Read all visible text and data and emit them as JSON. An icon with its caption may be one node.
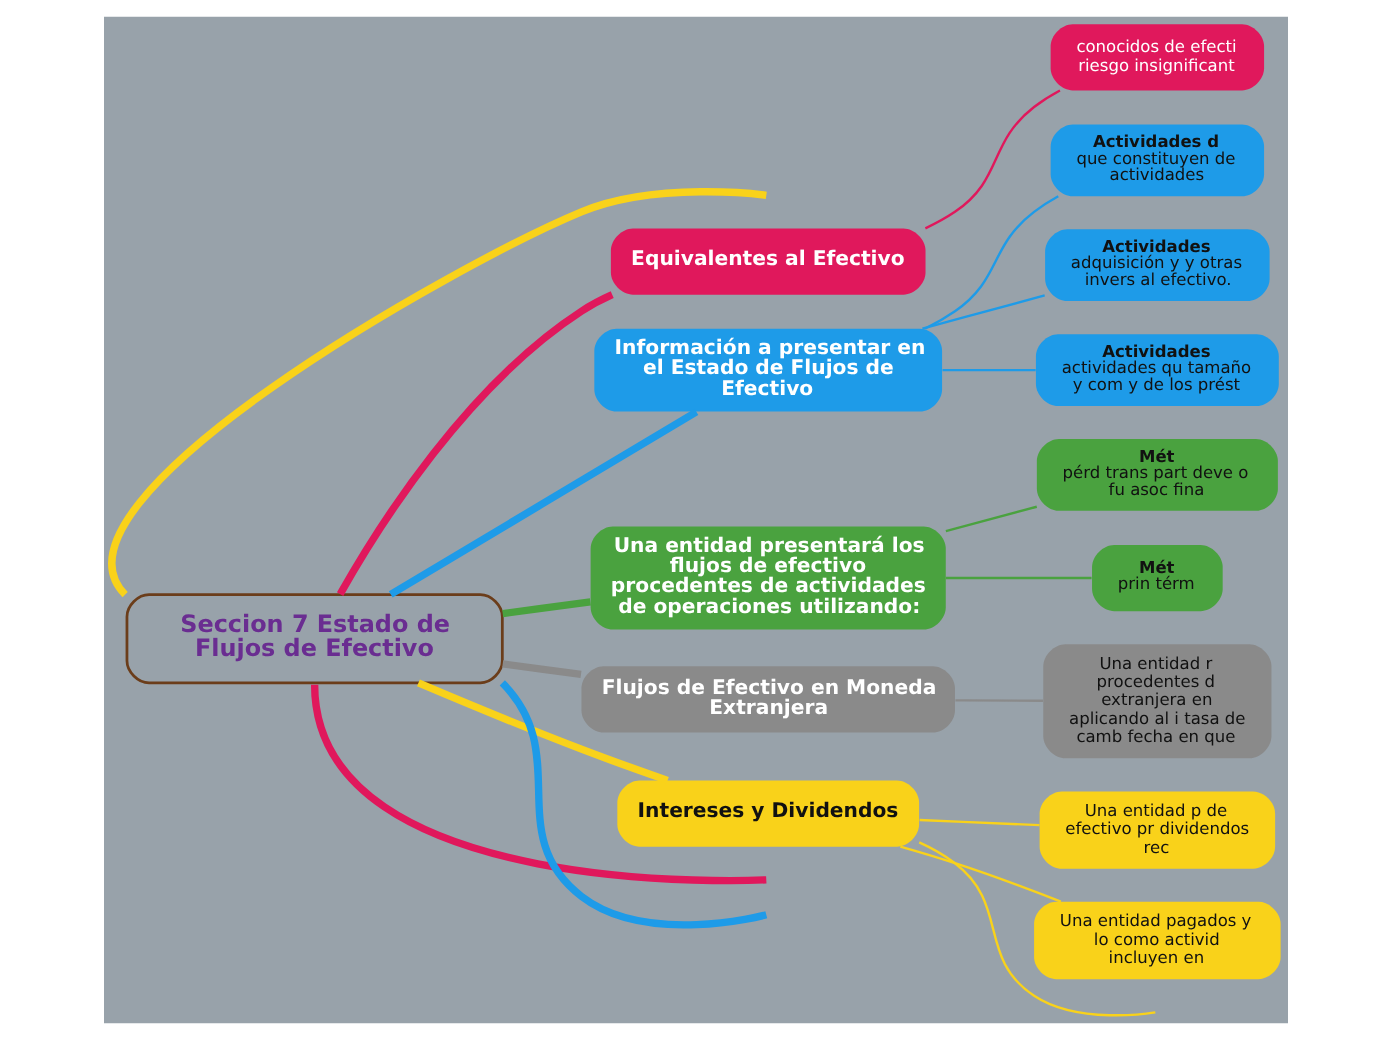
{
  "diagram": {
    "nodes": [
      {
        "text": [
          "Seccion 7 Estado de Flujos de Efectivo"
        ]
      },
      {
        "text": [
          "Equivalentes al Efectivo"
        ]
      },
      {
        "text": [
          "conocidos de efecti riesgo insignificant"
        ]
      },
      {
        "text": [
          "Información a presentar en el Estado de Flujos de Efectivo"
        ]
      },
      {
        "text": [
          "Actividades d",
          "que constituyen de actividades"
        ]
      },
      {
        "text": [
          "Actividades",
          "adquisición y y otras invers al efectivo."
        ]
      },
      {
        "text": [
          "Actividades",
          "actividades qu tamaño y com y de los prést"
        ]
      },
      {
        "text": [
          "Una entidad presentará los flujos de efectivo procedentes de actividades de operaciones utilizando:"
        ]
      },
      {
        "text": [
          "Mét",
          "pérd trans part deve o fu asoc fina"
        ]
      },
      {
        "text": [
          "Mét",
          "prin térm"
        ]
      },
      {
        "text": [
          "Flujos de Efectivo en Moneda Extranjera"
        ]
      },
      {
        "text": [
          "Una entidad r procedentes d extranjera en aplicando al i tasa de camb fecha en que"
        ]
      },
      {
        "text": [
          "Intereses y Dividendos"
        ]
      },
      {
        "text": [
          "Una entidad p de efectivo pr dividendos rec"
        ]
      },
      {
        "text": [
          "Una entidad pagados y lo como activid incluyen en"
        ]
      }
    ],
    "edges": [
      {
        "from": 0,
        "to": null,
        "arrow": "none",
        "style": "thick",
        "color": "#f9d21a"
      },
      {
        "from": 0,
        "to": 1,
        "arrow": "none",
        "style": "thick",
        "color": "#e0185c"
      },
      {
        "from": 1,
        "to": 2,
        "arrow": "none",
        "color": "#e0185c"
      },
      {
        "from": 0,
        "to": 3,
        "arrow": "none",
        "style": "thick",
        "color": "#1e9be8"
      },
      {
        "from": 3,
        "to": 4,
        "arrow": "none",
        "color": "#1e9be8"
      },
      {
        "from": 3,
        "to": 5,
        "arrow": "none",
        "color": "#1e9be8"
      },
      {
        "from": 3,
        "to": 6,
        "arrow": "none",
        "color": "#1e9be8"
      },
      {
        "from": 0,
        "to": 7,
        "arrow": "none",
        "style": "thick",
        "color": "#4aa23f"
      },
      {
        "from": 7,
        "to": 8,
        "arrow": "none",
        "color": "#4aa23f"
      },
      {
        "from": 7,
        "to": 9,
        "arrow": "none",
        "color": "#4aa23f"
      },
      {
        "from": 0,
        "to": 10,
        "arrow": "none",
        "style": "thick",
        "color": "#8a8a8a"
      },
      {
        "from": 10,
        "to": 11,
        "arrow": "none",
        "color": "#8a8a8a"
      },
      {
        "from": 0,
        "to": 12,
        "arrow": "none",
        "style": "thick",
        "color": "#f9d21a"
      },
      {
        "from": 12,
        "to": 13,
        "arrow": "none",
        "color": "#f9d21a"
      },
      {
        "from": 12,
        "to": 14,
        "arrow": "none",
        "color": "#f9d21a"
      },
      {
        "from": 12,
        "to": null,
        "arrow": "none",
        "color": "#f9d21a"
      },
      {
        "from": 0,
        "to": null,
        "arrow": "none",
        "style": "thick",
        "color": "#e0185c"
      },
      {
        "from": 0,
        "to": null,
        "arrow": "none",
        "style": "thick",
        "color": "#1e9be8"
      }
    ]
  }
}
